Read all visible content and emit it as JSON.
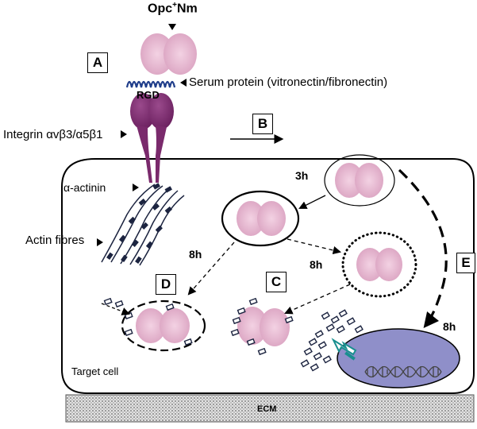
{
  "title": "Opc",
  "title_sup": "+",
  "title_suffix": "Nm",
  "labels": {
    "serum": "Serum protein (vitronectin/fibronectin)",
    "rgd": "RGD",
    "integrin": "Integrin αvβ3/α5β1",
    "actinin": "α-actinin",
    "actin": "Actin fibres",
    "target_cell": "Target cell",
    "ecm": "ECM"
  },
  "steps": {
    "a": "A",
    "b": "B",
    "c": "C",
    "d": "D",
    "e": "E"
  },
  "times": {
    "t3": "3h",
    "t8_left": "8h",
    "t8_mid": "8h",
    "t8_right": "8h"
  },
  "colors": {
    "bacteria": "#e7b3cf",
    "integrin": "#7a2a6c",
    "nucleus": "#8f8fc9",
    "cell_outline": "#000000",
    "ecm_fill": "#cfcfcf",
    "rgd_blue": "#1f3d8a",
    "actin": "#1c2440",
    "teal": "#1a8f8f"
  }
}
